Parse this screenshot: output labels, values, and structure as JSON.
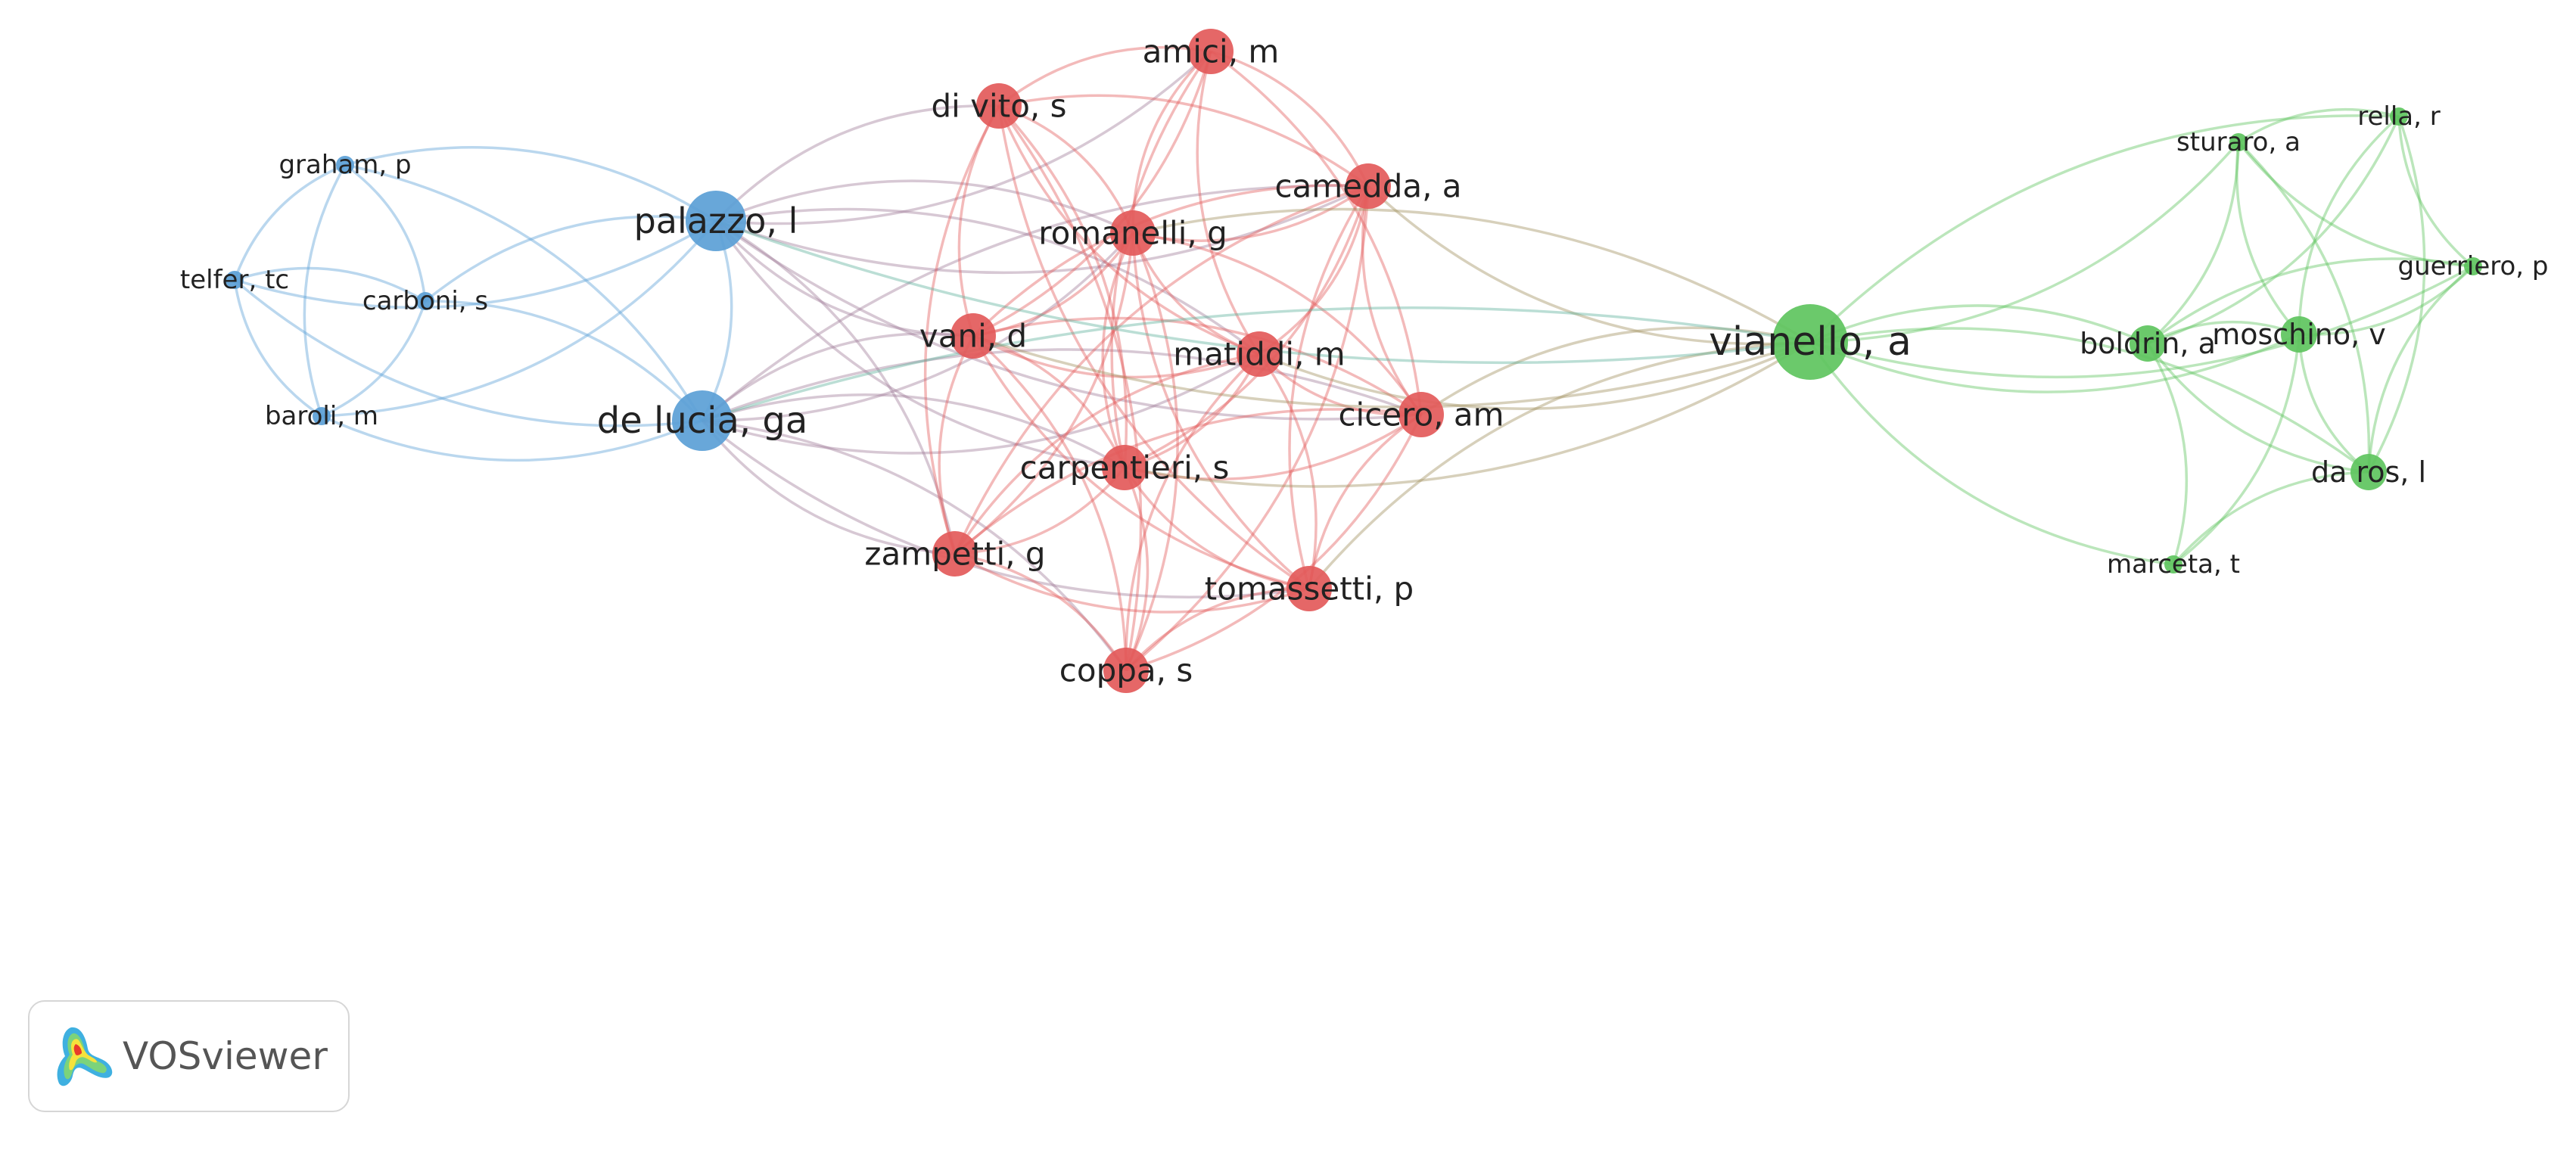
{
  "app": {
    "brand": "VOSviewer",
    "brand_icon": "vosviewer-heatmap-logo-icon"
  },
  "colors": {
    "red": "#e35a5a",
    "blue": "#5b9fd6",
    "green": "#5ec45e"
  },
  "network": {
    "nodes": [
      {
        "id": "palazzo",
        "label": "palazzo, l",
        "cluster": "blue",
        "weight": 4
      },
      {
        "id": "delucia",
        "label": "de lucia, ga",
        "cluster": "blue",
        "weight": 5
      },
      {
        "id": "graham",
        "label": "graham, p",
        "cluster": "blue",
        "weight": 1
      },
      {
        "id": "telfer",
        "label": "telfer, tc",
        "cluster": "blue",
        "weight": 1
      },
      {
        "id": "carboni",
        "label": "carboni, s",
        "cluster": "blue",
        "weight": 1
      },
      {
        "id": "baroli",
        "label": "baroli, m",
        "cluster": "blue",
        "weight": 1
      },
      {
        "id": "amici",
        "label": "amici, m",
        "cluster": "red",
        "weight": 3
      },
      {
        "id": "divito",
        "label": "di vito, s",
        "cluster": "red",
        "weight": 3
      },
      {
        "id": "camedda",
        "label": "camedda, a",
        "cluster": "red",
        "weight": 3
      },
      {
        "id": "romanelli",
        "label": "romanelli, g",
        "cluster": "red",
        "weight": 3
      },
      {
        "id": "vani",
        "label": "vani, d",
        "cluster": "red",
        "weight": 3
      },
      {
        "id": "matiddi",
        "label": "matiddi, m",
        "cluster": "red",
        "weight": 3
      },
      {
        "id": "cicero",
        "label": "cicero, am",
        "cluster": "red",
        "weight": 3
      },
      {
        "id": "carpentieri",
        "label": "carpentieri, s",
        "cluster": "red",
        "weight": 3
      },
      {
        "id": "zampetti",
        "label": "zampetti, g",
        "cluster": "red",
        "weight": 3
      },
      {
        "id": "tomassetti",
        "label": "tomassetti, p",
        "cluster": "red",
        "weight": 3
      },
      {
        "id": "coppa",
        "label": "coppa, s",
        "cluster": "red",
        "weight": 3
      },
      {
        "id": "vianello",
        "label": "vianello, a",
        "cluster": "green",
        "weight": 6
      },
      {
        "id": "sturaro",
        "label": "sturaro, a",
        "cluster": "green",
        "weight": 1
      },
      {
        "id": "rella",
        "label": "rella, r",
        "cluster": "green",
        "weight": 1
      },
      {
        "id": "guerriero",
        "label": "guerriero, p",
        "cluster": "green",
        "weight": 1
      },
      {
        "id": "boldrin",
        "label": "boldrin, a",
        "cluster": "green",
        "weight": 2
      },
      {
        "id": "moschino",
        "label": "moschino, v",
        "cluster": "green",
        "weight": 2
      },
      {
        "id": "daros",
        "label": "da ros, l",
        "cluster": "green",
        "weight": 2
      },
      {
        "id": "marceta",
        "label": "marceta, t",
        "cluster": "green",
        "weight": 1
      }
    ],
    "links": [
      [
        "palazzo",
        "delucia"
      ],
      [
        "palazzo",
        "graham"
      ],
      [
        "palazzo",
        "telfer"
      ],
      [
        "palazzo",
        "carboni"
      ],
      [
        "palazzo",
        "baroli"
      ],
      [
        "delucia",
        "graham"
      ],
      [
        "delucia",
        "telfer"
      ],
      [
        "delucia",
        "carboni"
      ],
      [
        "delucia",
        "baroli"
      ],
      [
        "graham",
        "telfer"
      ],
      [
        "graham",
        "carboni"
      ],
      [
        "graham",
        "baroli"
      ],
      [
        "telfer",
        "carboni"
      ],
      [
        "telfer",
        "baroli"
      ],
      [
        "carboni",
        "baroli"
      ],
      [
        "palazzo",
        "amici"
      ],
      [
        "palazzo",
        "divito"
      ],
      [
        "palazzo",
        "camedda"
      ],
      [
        "palazzo",
        "romanelli"
      ],
      [
        "palazzo",
        "vani"
      ],
      [
        "palazzo",
        "matiddi"
      ],
      [
        "palazzo",
        "carpentieri"
      ],
      [
        "palazzo",
        "zampetti"
      ],
      [
        "palazzo",
        "cicero"
      ],
      [
        "delucia",
        "vani"
      ],
      [
        "delucia",
        "romanelli"
      ],
      [
        "delucia",
        "carpentieri"
      ],
      [
        "delucia",
        "zampetti"
      ],
      [
        "delucia",
        "coppa"
      ],
      [
        "delucia",
        "matiddi"
      ],
      [
        "delucia",
        "cicero"
      ],
      [
        "delucia",
        "tomassetti"
      ],
      [
        "delucia",
        "camedda"
      ],
      [
        "amici",
        "divito"
      ],
      [
        "amici",
        "camedda"
      ],
      [
        "amici",
        "romanelli"
      ],
      [
        "amici",
        "vani"
      ],
      [
        "amici",
        "matiddi"
      ],
      [
        "amici",
        "cicero"
      ],
      [
        "amici",
        "carpentieri"
      ],
      [
        "divito",
        "romanelli"
      ],
      [
        "divito",
        "vani"
      ],
      [
        "divito",
        "camedda"
      ],
      [
        "divito",
        "matiddi"
      ],
      [
        "divito",
        "carpentieri"
      ],
      [
        "divito",
        "zampetti"
      ],
      [
        "divito",
        "coppa"
      ],
      [
        "divito",
        "tomassetti"
      ],
      [
        "camedda",
        "romanelli"
      ],
      [
        "camedda",
        "vani"
      ],
      [
        "camedda",
        "matiddi"
      ],
      [
        "camedda",
        "cicero"
      ],
      [
        "camedda",
        "carpentieri"
      ],
      [
        "camedda",
        "tomassetti"
      ],
      [
        "camedda",
        "coppa"
      ],
      [
        "camedda",
        "zampetti"
      ],
      [
        "romanelli",
        "vani"
      ],
      [
        "romanelli",
        "matiddi"
      ],
      [
        "romanelli",
        "cicero"
      ],
      [
        "romanelli",
        "carpentieri"
      ],
      [
        "romanelli",
        "zampetti"
      ],
      [
        "romanelli",
        "tomassetti"
      ],
      [
        "romanelli",
        "coppa"
      ],
      [
        "vani",
        "matiddi"
      ],
      [
        "vani",
        "carpentieri"
      ],
      [
        "vani",
        "zampetti"
      ],
      [
        "vani",
        "coppa"
      ],
      [
        "vani",
        "tomassetti"
      ],
      [
        "vani",
        "cicero"
      ],
      [
        "matiddi",
        "cicero"
      ],
      [
        "matiddi",
        "carpentieri"
      ],
      [
        "matiddi",
        "zampetti"
      ],
      [
        "matiddi",
        "tomassetti"
      ],
      [
        "matiddi",
        "coppa"
      ],
      [
        "cicero",
        "carpentieri"
      ],
      [
        "cicero",
        "tomassetti"
      ],
      [
        "cicero",
        "coppa"
      ],
      [
        "cicero",
        "zampetti"
      ],
      [
        "carpentieri",
        "zampetti"
      ],
      [
        "carpentieri",
        "tomassetti"
      ],
      [
        "carpentieri",
        "coppa"
      ],
      [
        "zampetti",
        "tomassetti"
      ],
      [
        "zampetti",
        "coppa"
      ],
      [
        "tomassetti",
        "coppa"
      ],
      [
        "vianello",
        "camedda"
      ],
      [
        "vianello",
        "romanelli"
      ],
      [
        "vianello",
        "matiddi"
      ],
      [
        "vianello",
        "cicero"
      ],
      [
        "vianello",
        "carpentieri"
      ],
      [
        "vianello",
        "tomassetti"
      ],
      [
        "vianello",
        "vani"
      ],
      [
        "vianello",
        "delucia"
      ],
      [
        "vianello",
        "palazzo"
      ],
      [
        "vianello",
        "sturaro"
      ],
      [
        "vianello",
        "rella"
      ],
      [
        "vianello",
        "guerriero"
      ],
      [
        "vianello",
        "boldrin"
      ],
      [
        "vianello",
        "moschino"
      ],
      [
        "vianello",
        "daros"
      ],
      [
        "vianello",
        "marceta"
      ],
      [
        "sturaro",
        "rella"
      ],
      [
        "sturaro",
        "guerriero"
      ],
      [
        "sturaro",
        "boldrin"
      ],
      [
        "sturaro",
        "moschino"
      ],
      [
        "sturaro",
        "daros"
      ],
      [
        "rella",
        "guerriero"
      ],
      [
        "rella",
        "boldrin"
      ],
      [
        "rella",
        "moschino"
      ],
      [
        "rella",
        "daros"
      ],
      [
        "guerriero",
        "boldrin"
      ],
      [
        "guerriero",
        "moschino"
      ],
      [
        "guerriero",
        "daros"
      ],
      [
        "boldrin",
        "moschino"
      ],
      [
        "boldrin",
        "daros"
      ],
      [
        "boldrin",
        "marceta"
      ],
      [
        "moschino",
        "daros"
      ],
      [
        "moschino",
        "marceta"
      ],
      [
        "daros",
        "marceta"
      ]
    ]
  }
}
